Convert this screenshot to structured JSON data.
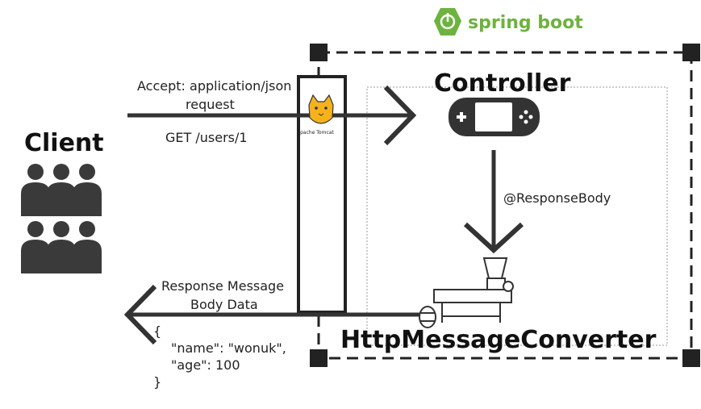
{
  "spring_boot": {
    "label": "spring boot",
    "brand_color": "#6db33f"
  },
  "client": {
    "label": "Client"
  },
  "request": {
    "accept_header": "Accept: application/json",
    "label": "request",
    "method_path": "GET /users/1"
  },
  "tomcat": {
    "caption": "Apache Tomcat"
  },
  "controller": {
    "label": "Controller"
  },
  "response_body": {
    "label": "@ResponseBody"
  },
  "converter": {
    "label": "HttpMessageConverter"
  },
  "response": {
    "line1": "Response Message",
    "line2": "Body Data",
    "json_lines": [
      "{",
      "\"name\": \"wonuk\",",
      "\"age\": 100",
      "}"
    ]
  }
}
